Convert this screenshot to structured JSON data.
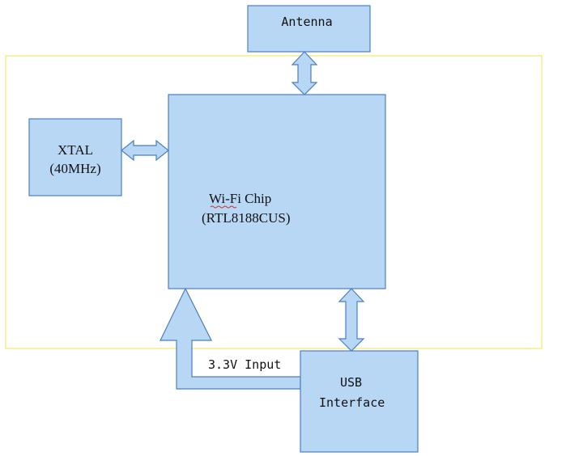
{
  "blocks": {
    "antenna": "Antenna",
    "xtal_line1": "XTAL",
    "xtal_line2": "(40MHz)",
    "chip_line1": "Wi-Fi Chip",
    "chip_line2": "(RTL8188CUS)",
    "usb_line1": "USB",
    "usb_line2": "Interface"
  },
  "connections": {
    "power_label": "3.3V Input"
  },
  "colors": {
    "block_fill": "#b7d7f4",
    "block_stroke": "#4a7fc0",
    "frame_stroke": "#f2e96a"
  }
}
